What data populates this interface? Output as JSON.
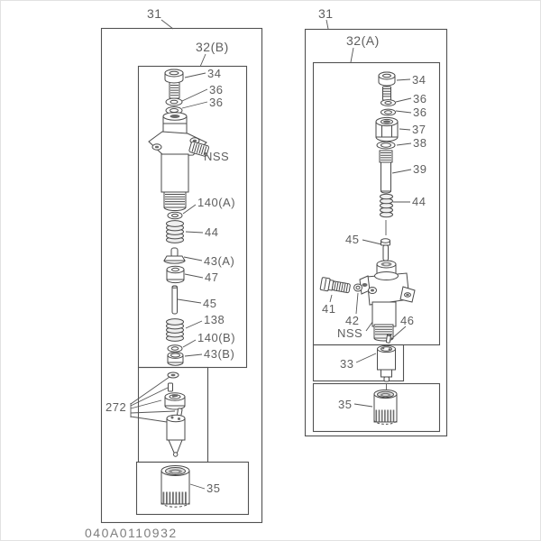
{
  "figure_code": "040A0110932",
  "colors": {
    "line": "#4a4a4a",
    "label_text": "#5e5e5e",
    "code_text": "#7e7e7e"
  },
  "left_diagram": {
    "group_label": "31",
    "subgroup_label": "32(B)",
    "callouts": [
      {
        "id": "bolt",
        "text": "34"
      },
      {
        "id": "washer-upper",
        "text": "36"
      },
      {
        "id": "washer-lower",
        "text": "36"
      },
      {
        "id": "holder-body",
        "text": "NSS"
      },
      {
        "id": "shim-a",
        "text": "140(A)"
      },
      {
        "id": "spring",
        "text": "44"
      },
      {
        "id": "valve",
        "text": "43(A)"
      },
      {
        "id": "spacer",
        "text": "47"
      },
      {
        "id": "push-rod",
        "text": "45"
      },
      {
        "id": "inner-spring",
        "text": "138"
      },
      {
        "id": "shim-b",
        "text": "140(B)"
      },
      {
        "id": "seat",
        "text": "43(B)"
      },
      {
        "id": "nozzle-kit",
        "text": "272"
      },
      {
        "id": "retaining-nut",
        "text": "35"
      }
    ]
  },
  "right_diagram": {
    "group_label": "31",
    "subgroup_label": "32(A)",
    "callouts": [
      {
        "id": "bolt",
        "text": "34"
      },
      {
        "id": "washer-upper",
        "text": "36"
      },
      {
        "id": "washer-lower",
        "text": "36"
      },
      {
        "id": "cap-nut",
        "text": "37"
      },
      {
        "id": "gasket",
        "text": "38"
      },
      {
        "id": "adjust-pipe",
        "text": "39"
      },
      {
        "id": "spring",
        "text": "44"
      },
      {
        "id": "push-rod",
        "text": "45"
      },
      {
        "id": "inlet-fitting",
        "text": "41"
      },
      {
        "id": "fitting-washer",
        "text": "42"
      },
      {
        "id": "holder-body",
        "text": "NSS"
      },
      {
        "id": "pin",
        "text": "46"
      },
      {
        "id": "nozzle",
        "text": "33"
      },
      {
        "id": "retaining-nut",
        "text": "35"
      }
    ]
  }
}
